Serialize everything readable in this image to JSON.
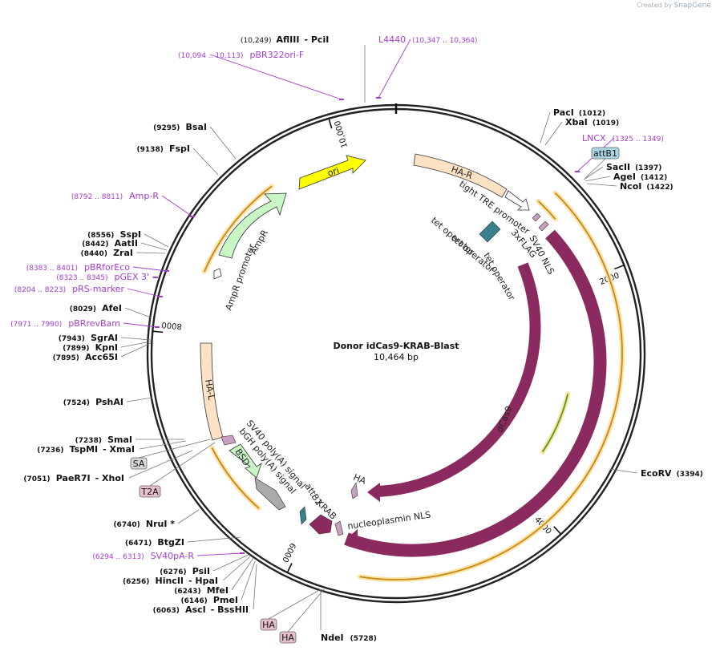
{
  "branding": {
    "created_by": "Created by",
    "app": "SnapGene"
  },
  "plasmid": {
    "name": "Donor idCas9-KRAB-Blast",
    "size": "10,464 bp",
    "total_bp": 10464
  },
  "colors": {
    "backbone": "#222222",
    "cas9": "#8b2a5e",
    "ori": "#ffff00",
    "ampr": "#c8f7c5",
    "homology_arm": "#fde2c4",
    "orange_arc": "#c8881a",
    "green_arc": "#5a9a1a",
    "purple_label": "#a53bd1",
    "attb": "#a9d6e5",
    "tag": "#e7bfcc"
  },
  "ruler": [
    {
      "label": "2000",
      "bp": 2000
    },
    {
      "label": "4000",
      "bp": 4000
    },
    {
      "label": "6000",
      "bp": 6000
    },
    {
      "label": "8000",
      "bp": 8000
    },
    {
      "label": "10,000",
      "bp": 10000
    }
  ],
  "enzymes_right": [
    {
      "name": "PacI",
      "pos": "(1012)"
    },
    {
      "name": "XbaI",
      "pos": "(1019)"
    },
    {
      "name": "SacII",
      "pos": "(1397)"
    },
    {
      "name": "AgeI",
      "pos": "(1412)"
    },
    {
      "name": "NcoI",
      "pos": "(1422)"
    },
    {
      "name": "EcoRV",
      "pos": "(3394)"
    }
  ],
  "enzymes_top": [
    {
      "pos": "(10,249)",
      "name": "AflIII",
      "name2": "- PciI"
    }
  ],
  "enzymes_bottom": [
    {
      "name": "NdeI",
      "pos": "(5728)"
    }
  ],
  "enzymes_left": [
    {
      "pos": "(9295)",
      "name": "BsaI"
    },
    {
      "pos": "(9138)",
      "name": "FspI"
    },
    {
      "pos": "(8556)",
      "name": "SspI"
    },
    {
      "pos": "(8442)",
      "name": "AatII"
    },
    {
      "pos": "(8440)",
      "name": "ZraI"
    },
    {
      "pos": "(8029)",
      "name": "AfeI"
    },
    {
      "pos": "(7943)",
      "name": "SgrAI"
    },
    {
      "pos": "(7899)",
      "name": "KpnI"
    },
    {
      "pos": "(7895)",
      "name": "Acc65I"
    },
    {
      "pos": "(7524)",
      "name": "PshAI"
    },
    {
      "pos": "(7238)",
      "name": "SmaI"
    },
    {
      "pos": "(7236)",
      "name": "TspMI",
      "name2": "- XmaI"
    },
    {
      "pos": "(7051)",
      "name": "PaeR7I",
      "name2": "- XhoI"
    },
    {
      "pos": "(6740)",
      "name": "NruI *"
    },
    {
      "pos": "(6471)",
      "name": "BtgZI"
    },
    {
      "pos": "(6276)",
      "name": "PsiI"
    },
    {
      "pos": "(6256)",
      "name": "HincII",
      "name2": "- HpaI"
    },
    {
      "pos": "(6243)",
      "name": "MfeI"
    },
    {
      "pos": "(6146)",
      "name": "PmeI"
    },
    {
      "pos": "(6063)",
      "name": "AscI",
      "name2": "- BssHII"
    }
  ],
  "primers": [
    {
      "pos": "(10,094 .. 10,113)",
      "name": "pBR322ori-F"
    },
    {
      "name": "L4440",
      "pos": "(10,347 .. 10,364)"
    },
    {
      "name": "LNCX",
      "pos": "(1325 .. 1349)"
    },
    {
      "pos": "(8792 .. 8811)",
      "name": "Amp-R"
    },
    {
      "pos": "(8383 .. 8401)",
      "name": "pBRforEco"
    },
    {
      "pos": "(8323 .. 8345)",
      "name": "pGEX 3'"
    },
    {
      "pos": "(8204 .. 8223)",
      "name": "pRS-marker"
    },
    {
      "pos": "(7971 .. 7990)",
      "name": "pBRrevBam"
    },
    {
      "pos": "(6294 .. 6313)",
      "name": "SV40pA-R"
    }
  ],
  "boxed_features": [
    {
      "name": "attB1"
    },
    {
      "name": "SA"
    },
    {
      "name": "T2A"
    },
    {
      "name": "HA"
    },
    {
      "name": "HA"
    }
  ],
  "features": {
    "ori": "ori",
    "ampr": "AmpR",
    "ampr_promoter": "AmpR promoter",
    "ha_r": "HA-R",
    "ha_l": "HA-L",
    "tight_tre_promoter": "tight TRE promoter",
    "tet_operator_1": "tet operator",
    "tet_operator_2": "tet operator",
    "tet_operator_3": "tet operator",
    "flag": "3xFLAG",
    "sv40_nls": "SV40 NLS",
    "dcas9": "dCas9",
    "cas9": "Cas9",
    "ha_tag": "HA",
    "nucleoplasmin_nls": "nucleoplasmin NLS",
    "krab": "KRAB",
    "attb2": "attB2",
    "bsd": "BSD",
    "bgh_polya": "bGH poly(A) signal",
    "sv40_polya": "SV40 poly(A) signal"
  }
}
